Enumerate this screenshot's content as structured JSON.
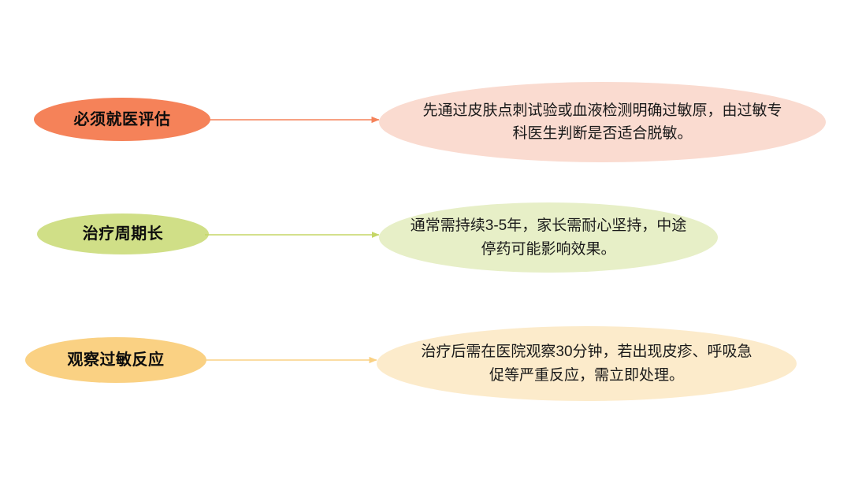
{
  "diagram": {
    "type": "horizontal-branch-list",
    "background_color": "#FFFFFF",
    "rows": [
      {
        "label": "必须就医评估",
        "description": "先通过皮肤点刺试验或血液检测明确过敏原，由过敏专科医生判断是否适合脱敏。",
        "label_color": "#F58259",
        "description_color": "#FADBD0",
        "connector_color": "#F58259"
      },
      {
        "label": "治疗周期长",
        "description": "通常需持续3-5年，家长需耐心坚持，中途停药可能影响效果。",
        "label_color": "#D0DF87",
        "description_color": "#E7EFC7",
        "connector_color": "#C5D666"
      },
      {
        "label": "观察过敏反应",
        "description": "治疗后需在医院观察30分钟，若出现皮疹、呼吸急促等严重反应，需立即处理。",
        "label_color": "#FAD183",
        "description_color": "#FCEBCB",
        "connector_color": "#FAD183"
      }
    ]
  }
}
